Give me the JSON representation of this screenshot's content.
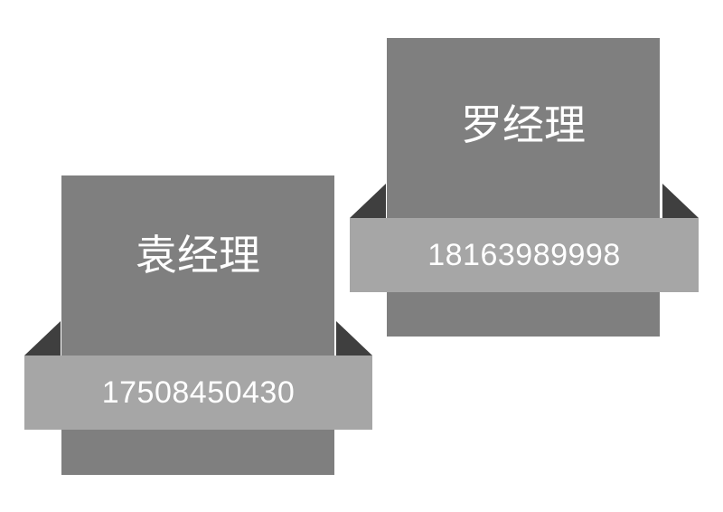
{
  "cards": [
    {
      "name": "袁经理",
      "phone": "17508450430"
    },
    {
      "name": "罗经理",
      "phone": "18163989998"
    }
  ],
  "colors": {
    "panel": "#7f7f7f",
    "band": "#a6a6a6",
    "fold": "#3f3f3f",
    "text": "#ffffff"
  }
}
